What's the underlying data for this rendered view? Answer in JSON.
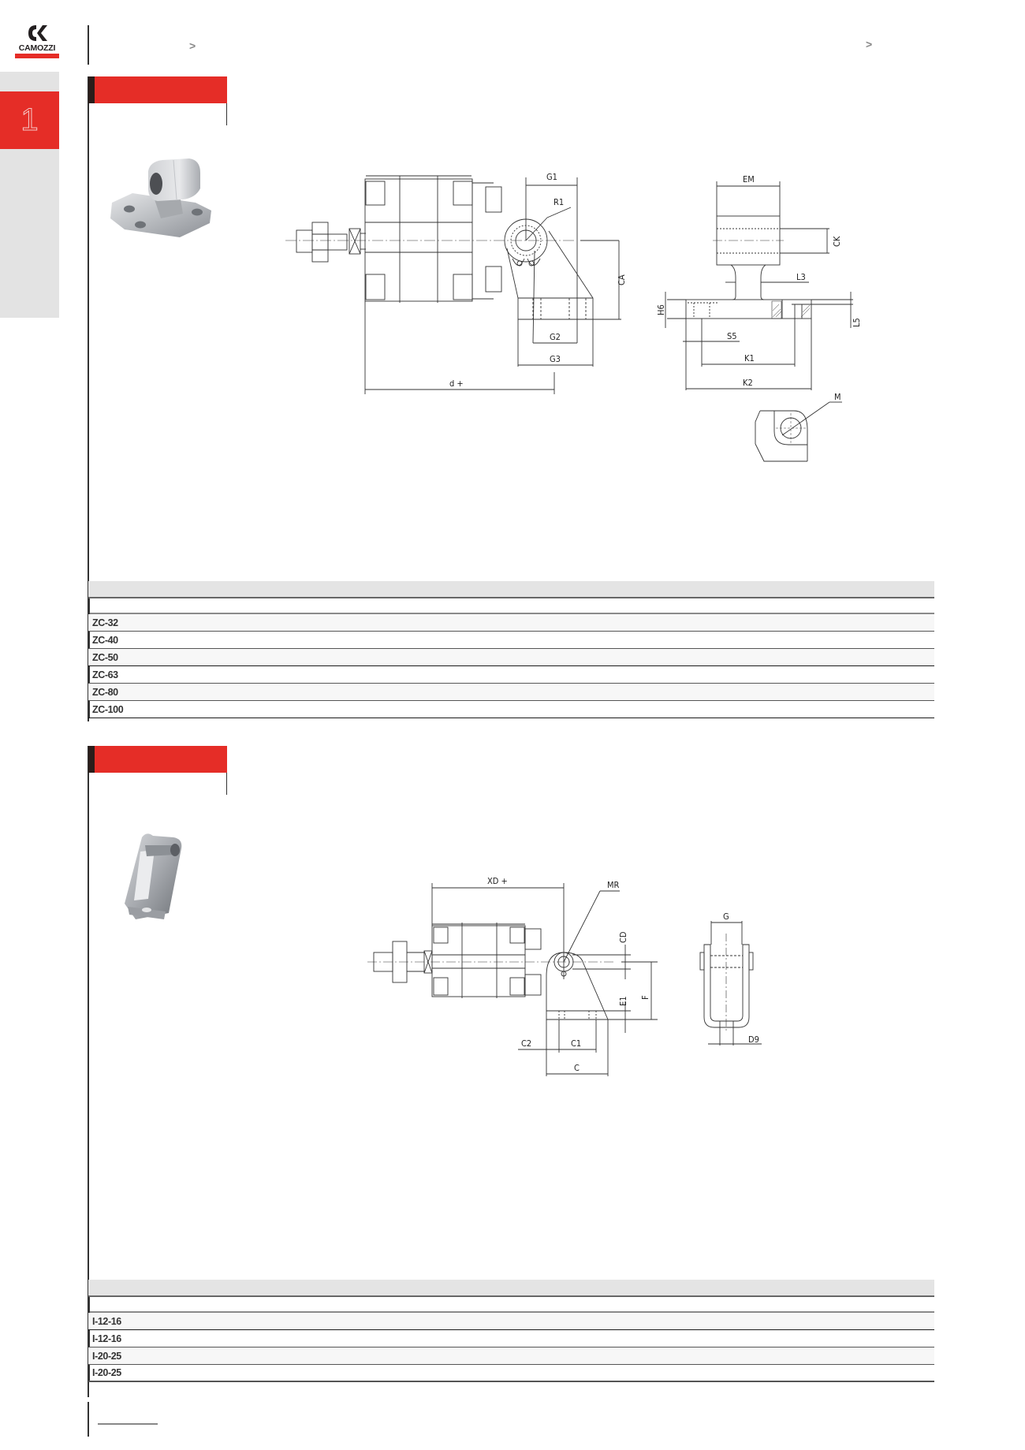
{
  "brand": {
    "name": "CAMOZZI",
    "accent_color": "#e52d27",
    "dark_color": "#2a1d1a"
  },
  "sidebar": {
    "chapter_number": "1"
  },
  "breadcrumb": {
    "arrow_left": ">",
    "arrow_right": ">"
  },
  "sections": [
    {
      "id": "clevis-foot-zc",
      "header_title": "",
      "photo": "rear-hinge-clevis-bracket-image",
      "drawing_labels": {
        "side_view": [
          "G1",
          "R1",
          "CA",
          "G2",
          "G3",
          "d +"
        ],
        "front_view": [
          "EM",
          "CK",
          "L3",
          "H6",
          "L5",
          "S5",
          "K1",
          "K2"
        ],
        "detail_view": [
          "M"
        ]
      },
      "table": {
        "rows": [
          {
            "code": "ZC-32"
          },
          {
            "code": "ZC-40"
          },
          {
            "code": "ZC-50"
          },
          {
            "code": "ZC-63"
          },
          {
            "code": "ZC-80"
          },
          {
            "code": "ZC-100"
          }
        ]
      }
    },
    {
      "id": "foot-bracket-i",
      "header_title": "",
      "photo": "foot-bracket-image",
      "drawing_labels": {
        "side_view": [
          "XD +",
          "MR",
          "CD",
          "F",
          "E1",
          "C2",
          "C1",
          "C"
        ],
        "front_view": [
          "G",
          "D9"
        ]
      },
      "table": {
        "rows": [
          {
            "code": "I-12-16"
          },
          {
            "code": "I-12-16"
          },
          {
            "code": "I-20-25"
          },
          {
            "code": "I-20-25"
          }
        ]
      }
    }
  ]
}
